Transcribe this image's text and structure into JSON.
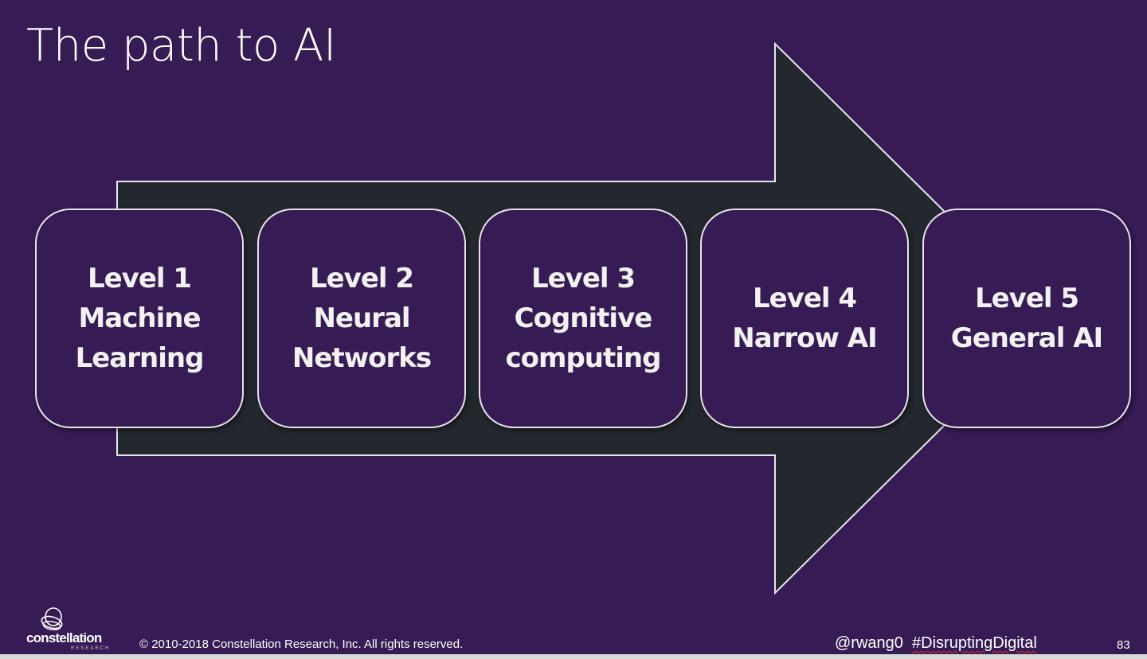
{
  "slide": {
    "title": "The path to AI",
    "colors": {
      "background": "#371b54",
      "arrow_fill": "#23282e",
      "outline": "#e8e4ec",
      "text": "#ffffff"
    },
    "levels": [
      {
        "line1": "Level 1",
        "line2": "Machine",
        "line3": "Learning"
      },
      {
        "line1": "Level 2",
        "line2": "Neural",
        "line3": "Networks"
      },
      {
        "line1": "Level 3",
        "line2": "Cognitive",
        "line3": "computing"
      },
      {
        "line1": "Level 4",
        "line2": "Narrow AI",
        "line3": ""
      },
      {
        "line1": "Level 5",
        "line2": "General AI",
        "line3": ""
      }
    ],
    "footer": {
      "logo_name": "constellation",
      "logo_sub": "RESEARCH",
      "copyright": "© 2010-2018 Constellation Research, Inc. All rights reserved.",
      "handle": "@rwang0",
      "hashtag": "#DisruptingDigital",
      "page_number": "83"
    }
  }
}
